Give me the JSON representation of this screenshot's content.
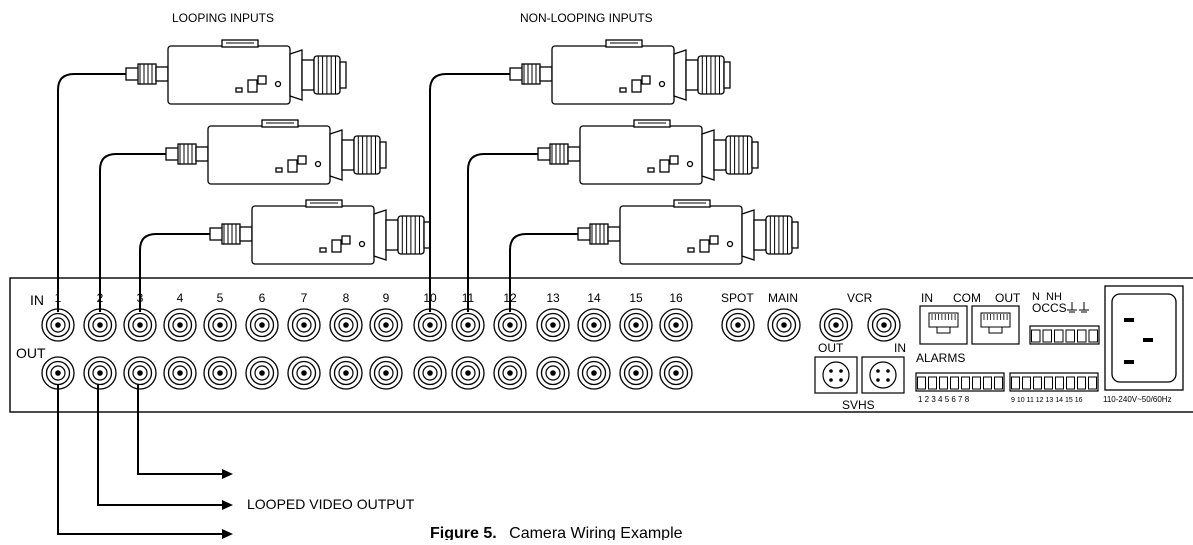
{
  "labels": {
    "looping_inputs": "LOOPING INPUTS",
    "non_looping_inputs": "NON-LOOPING INPUTS",
    "looped_video_output": "LOOPED VIDEO OUTPUT",
    "caption_bold": "Figure 5.",
    "caption_rest": "Camera Wiring Example"
  },
  "panel": {
    "in_label": "IN",
    "out_label": "OUT",
    "channel_numbers": [
      "1",
      "2",
      "3",
      "4",
      "5",
      "6",
      "7",
      "8",
      "9",
      "10",
      "11",
      "12",
      "13",
      "14",
      "15",
      "16"
    ],
    "spot": "SPOT",
    "main": "MAIN",
    "vcr": "VCR",
    "svhs": "SVHS",
    "svhs_out": "OUT",
    "svhs_in": "IN",
    "com_in": "IN",
    "com": "COM",
    "com_out": "OUT",
    "relay_label": "N  NH",
    "relay_pins": "OCCS",
    "alarms": "ALARMS",
    "alarm_pins_a": "1 2 3 4 5 6 7 8",
    "alarm_pins_b": "9 10 11 12 13 14 15 16",
    "power": "110-240V~50/60Hz"
  },
  "connections": {
    "looping_channels": [
      "1",
      "2",
      "3"
    ],
    "non_looping_channels": [
      "10",
      "11",
      "12"
    ]
  }
}
